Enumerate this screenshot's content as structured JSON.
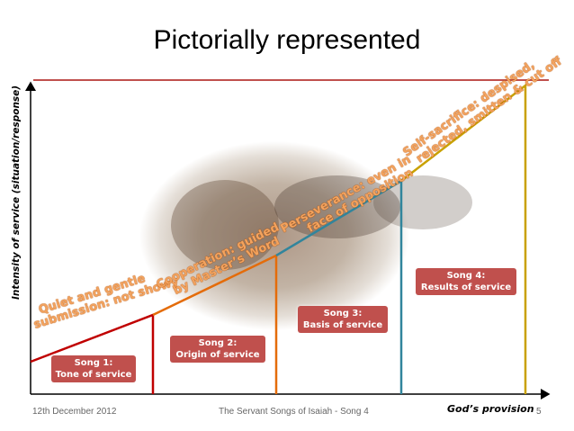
{
  "slide": {
    "title": "Pictorially represented",
    "y_axis_label": "Intensity of service (situation/response)",
    "x_axis_label": "God’s provision",
    "footer_date": "12th December 2012",
    "footer_center": "The Servant Songs of Isaiah - Song 4",
    "page_number": "5"
  },
  "songs": [
    {
      "line1": "Song 1:",
      "line2": "Tone of service"
    },
    {
      "line1": "Song 2:",
      "line2": "Origin of service"
    },
    {
      "line1": "Song 3:",
      "line2": "Basis of service"
    },
    {
      "line1": "Song 4:",
      "line2": "Results of service"
    }
  ],
  "stages": [
    {
      "line1": "Quiet and gentle",
      "line2": "submission: not showy"
    },
    {
      "line1": "Cooperation: guided",
      "line2": "by Master’s Word"
    },
    {
      "line1": "Perseverance: even in",
      "line2": "face of opposition"
    },
    {
      "line1": "Self-sacrifice: despised,",
      "line2": "rejected, smitten & cut off"
    }
  ],
  "colors": {
    "song1": "#c00000",
    "song2": "#e46c0a",
    "song3": "#31859c",
    "song4": "#c9a100",
    "top_line": "#c0504d",
    "pill": "#c0504d"
  }
}
